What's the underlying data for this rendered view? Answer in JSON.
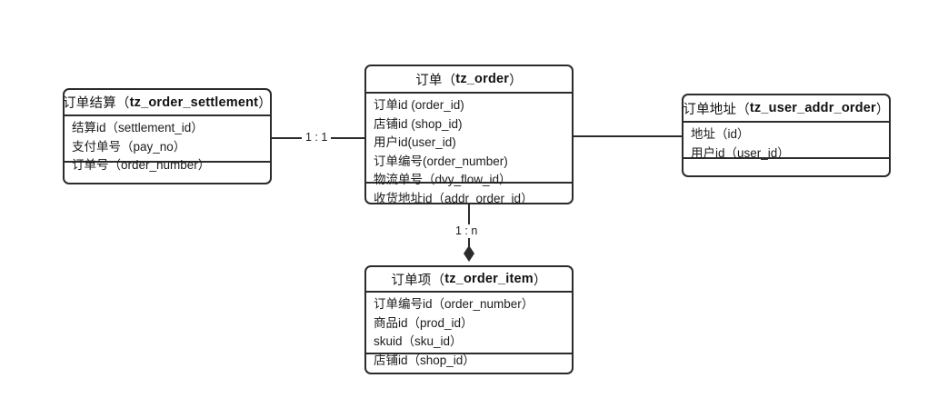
{
  "diagram": {
    "type": "er-diagram",
    "background_color": "#ffffff",
    "line_color": "#2b2b2b",
    "text_color": "#1c1c1c"
  },
  "entities": {
    "settlement": {
      "title_cn": "订单结算",
      "title_open": "（",
      "table": "tz_order_settlement",
      "title_close": "）",
      "fields": [
        "结算id（settlement_id）",
        "支付单号（pay_no）",
        "订单号（order_number）"
      ]
    },
    "order": {
      "title_cn": "订单",
      "title_open": "（",
      "table": "tz_order",
      "title_close": "）",
      "fields": [
        "订单id (order_id)",
        "店铺id (shop_id)",
        "用户id(user_id)",
        "订单编号(order_number)",
        "物流单号（dvy_flow_id）",
        "收货地址id（addr_order_id）"
      ]
    },
    "address": {
      "title_cn": "订单地址",
      "title_open": "（",
      "table": "tz_user_addr_order",
      "title_close": "）",
      "fields": [
        "地址（id）",
        "用户id（user_id）"
      ]
    },
    "order_item": {
      "title_cn": "订单项",
      "title_open": "（",
      "table": "tz_order_item",
      "title_close": "）",
      "fields": [
        "订单编号id（order_number）",
        "商品id（prod_id）",
        "skuid（sku_id）",
        "店铺id（shop_id）"
      ]
    }
  },
  "relationships": {
    "settlement_order": {
      "label": "1 : 1"
    },
    "order_address": {
      "label": ""
    },
    "order_item": {
      "label": "1 : n"
    }
  }
}
